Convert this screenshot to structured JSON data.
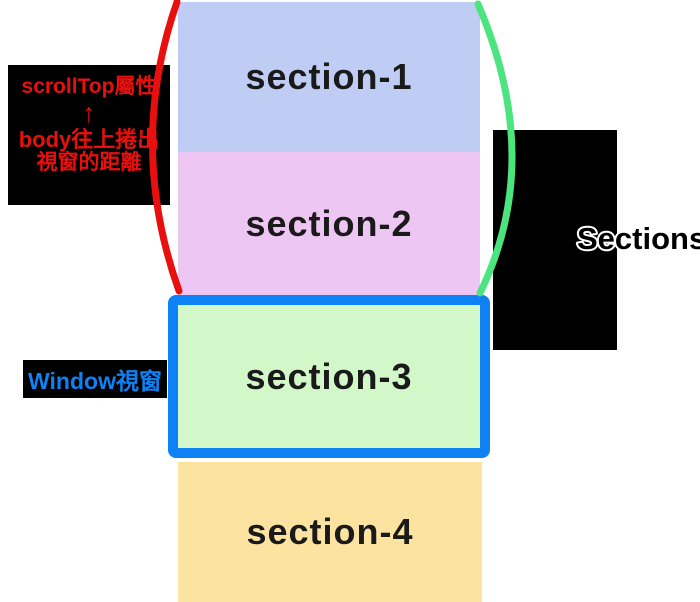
{
  "colors": {
    "section1_bg": "#bfcdf5",
    "section2_bg": "#eec6f3",
    "section3_bg": "#d2f7c8",
    "section4_bg": "#fde3a0",
    "accent_blue": "#0e82f5",
    "accent_red": "#e8100f",
    "accent_green": "#4ce47f",
    "label_bg": "#000000"
  },
  "sections": [
    {
      "label": "section-1"
    },
    {
      "label": "section-2"
    },
    {
      "label": "section-3"
    },
    {
      "label": "section-4"
    }
  ],
  "annotations": {
    "scrolltop": {
      "line1": "scrollTop屬性",
      "arrow_up": "↑",
      "line2": "body往上捲出",
      "line3": "視窗的距離"
    },
    "window_label": "Window視窗",
    "sections_label": "Sections"
  }
}
